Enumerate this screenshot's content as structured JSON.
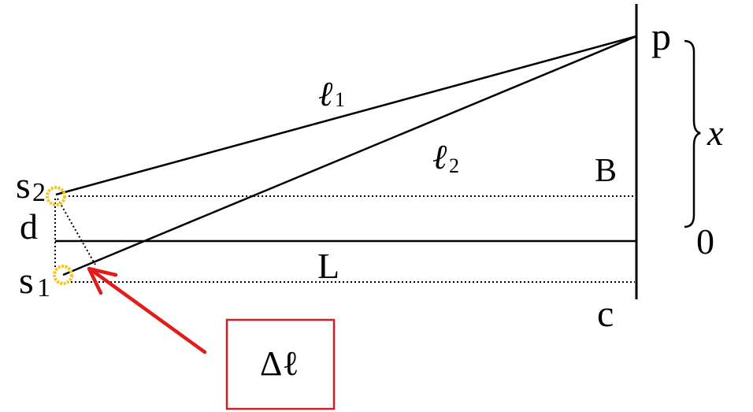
{
  "labels": {
    "point_p": "p",
    "path_1": "ℓ",
    "path_1_sub": "1",
    "path_2": "ℓ",
    "path_2_sub": "2",
    "distance_x": "x",
    "point_b": "B",
    "origin": "0",
    "point_c": "c",
    "distance_l": "L",
    "source_2": "s",
    "source_2_sub": "2",
    "source_1": "s",
    "source_1_sub": "1",
    "separation_d": "d",
    "path_difference": "Δℓ"
  },
  "colors": {
    "line": "#000000",
    "source_ring": "#f5c518",
    "arrow": "#e41b1b",
    "callout_border": "#d42020"
  }
}
